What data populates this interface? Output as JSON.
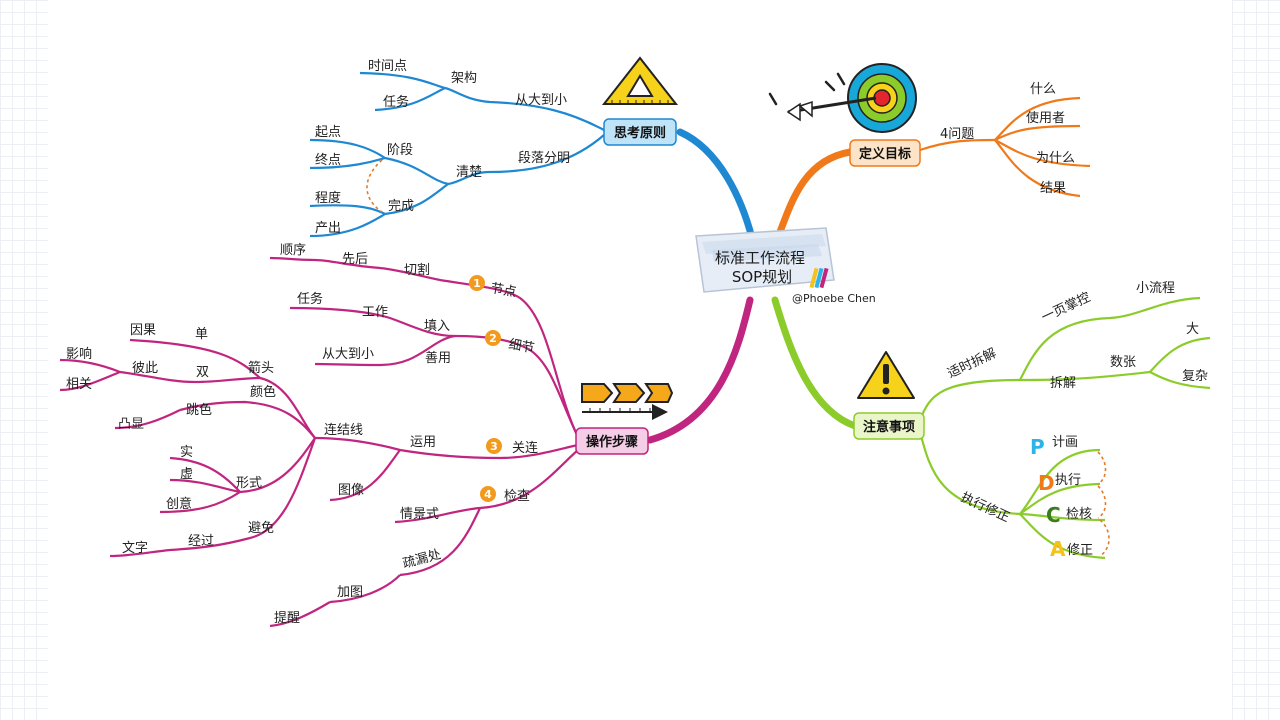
{
  "center": {
    "line1": "标准工作流程",
    "line2": "SOP规划",
    "author": "@Phoebe Chen"
  },
  "colors": {
    "thinking": "#1e88d2",
    "goal": "#f07a1a",
    "steps": "#c0257f",
    "notes": "#8ccc2a"
  },
  "thinking": {
    "title": "思考原则",
    "large_to_small": {
      "label": "从大到小",
      "framework": {
        "label": "架构",
        "time": "时间点",
        "task": "任务"
      }
    },
    "paragraph": {
      "label": "段落分明",
      "clear": {
        "label": "清楚",
        "stage": {
          "label": "阶段",
          "start": "起点",
          "end": "终点"
        },
        "done": {
          "label": "完成",
          "degree": "程度",
          "output": "产出"
        }
      }
    }
  },
  "goal": {
    "title": "定义目标",
    "four_q": {
      "label": "4问题",
      "items": [
        "什么",
        "使用者",
        "为什么",
        "结果"
      ]
    }
  },
  "steps": {
    "title": "操作步骤",
    "node": {
      "num": "1",
      "label": "节点",
      "cut": {
        "label": "切割",
        "order": {
          "label": "先后",
          "seq": "顺序"
        }
      }
    },
    "detail": {
      "num": "2",
      "label": "细节",
      "fill": {
        "label": "填入",
        "work": {
          "label": "工作",
          "task": "任务"
        }
      },
      "use": {
        "label": "善用",
        "big": "从大到小"
      }
    },
    "link": {
      "num": "3",
      "label": "关连",
      "apply": {
        "label": "运用",
        "line": {
          "label": "连结线",
          "arrow": {
            "label": "箭头",
            "single": {
              "label": "单",
              "cause": "因果"
            },
            "double": {
              "label": "双",
              "each": {
                "label": "彼此",
                "influence": "影响",
                "related": "相关"
              }
            }
          },
          "color": {
            "label": "颜色",
            "jump": {
              "label": "跳色",
              "highlight": "凸显"
            }
          },
          "form": {
            "label": "形式",
            "solid": "实",
            "dashed": "虚",
            "creative": "创意"
          },
          "avoid": {
            "label": "避免",
            "pass": {
              "label": "经过",
              "text": "文字"
            }
          }
        },
        "image": "图像"
      }
    },
    "check": {
      "num": "4",
      "label": "检查",
      "scene": "情景式",
      "leak": {
        "label": "疏漏处",
        "addimg": {
          "label": "加图",
          "remind": "提醒"
        }
      }
    }
  },
  "notes": {
    "title": "注意事项",
    "split": {
      "label": "适时拆解",
      "one_page": {
        "label": "一页掌控",
        "small": "小流程"
      },
      "split2": {
        "label": "拆解",
        "pages": {
          "label": "数张",
          "big": "大",
          "complex": "复杂"
        }
      }
    },
    "exec": {
      "label": "执行修正",
      "items": [
        {
          "letter": "P",
          "label": "计画",
          "color": "#2cb3e8"
        },
        {
          "letter": "D",
          "label": "执行",
          "color": "#f07a1a"
        },
        {
          "letter": "C",
          "label": "检核",
          "color": "#3a7d1e"
        },
        {
          "letter": "A",
          "label": "修正",
          "color": "#f5c21a"
        }
      ]
    }
  }
}
